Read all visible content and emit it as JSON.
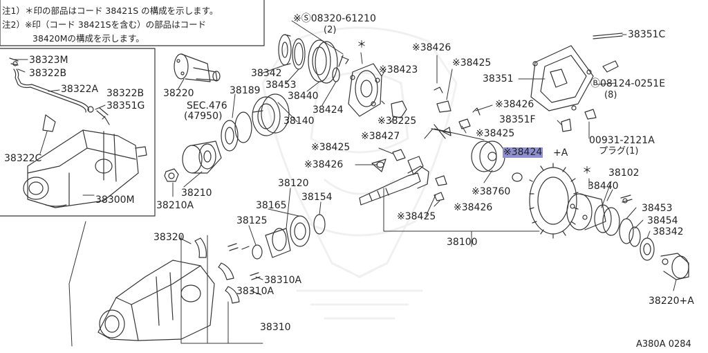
{
  "notes": [
    "注1）＊印の部品はコード 38421S の構成を示します。",
    "注2）※印（コード 38421Sを含む）の部品はコード",
    "38420Mの構成を示します。"
  ],
  "figure_id": "A380A 0284",
  "labels": {
    "p38323M": "38323M",
    "p38322B_a": "38322B",
    "p38322A": "38322A",
    "p38322B_b": "38322B",
    "p38351G": "38351G",
    "p38322C": "38322C",
    "p38300M": "38300M",
    "p38220": "38220",
    "p38342_l": "38342",
    "p38453_l": "38453",
    "p38440_l": "38440",
    "p38424_l": "38424",
    "p08320": "※Ⓢ08320-61210",
    "p08320_qty": "(2)",
    "star_top": "＊",
    "p38423": "※38423",
    "p38426_t": "※38426",
    "p38425_t": "※38425",
    "p38351C": "38351C",
    "p38351": "38351",
    "p08124": "Ⓑ08124-0251E",
    "p08124_qty": "(8)",
    "p38426_m": "※38426",
    "p38351F": "38351F",
    "p38225": "※38225",
    "p38425_m": "※38425",
    "p00931": "00931-2121A",
    "plug": "プラグ(1)",
    "p38189": "38189",
    "sec": "SEC.476",
    "sec_no": "(47950)",
    "p38140": "38140",
    "p38427": "※38427",
    "p38425_l": "※38425",
    "p38424A": "※38424",
    "p38424A_suffix": "+A",
    "p38426_l": "※38426",
    "star_ring": "＊",
    "p38102": "38102",
    "p38440_r": "38440",
    "p38760": "※38760",
    "p38426_b": "※38426",
    "p38425_b": "※38425",
    "p38210": "38210",
    "p38210A": "38210A",
    "p38120": "38120",
    "p38165": "38165",
    "p38154": "38154",
    "p38125": "38125",
    "p38453_r": "38453",
    "p38454": "38454",
    "p38342_r": "38342",
    "p38100": "38100",
    "p38320": "38320",
    "p38310A_a": "38310A",
    "p38310A_b": "38310A",
    "p38310": "38310",
    "p38220A": "38220+A"
  },
  "highlight_color": "#8e8fd0",
  "line_color": "#333333"
}
